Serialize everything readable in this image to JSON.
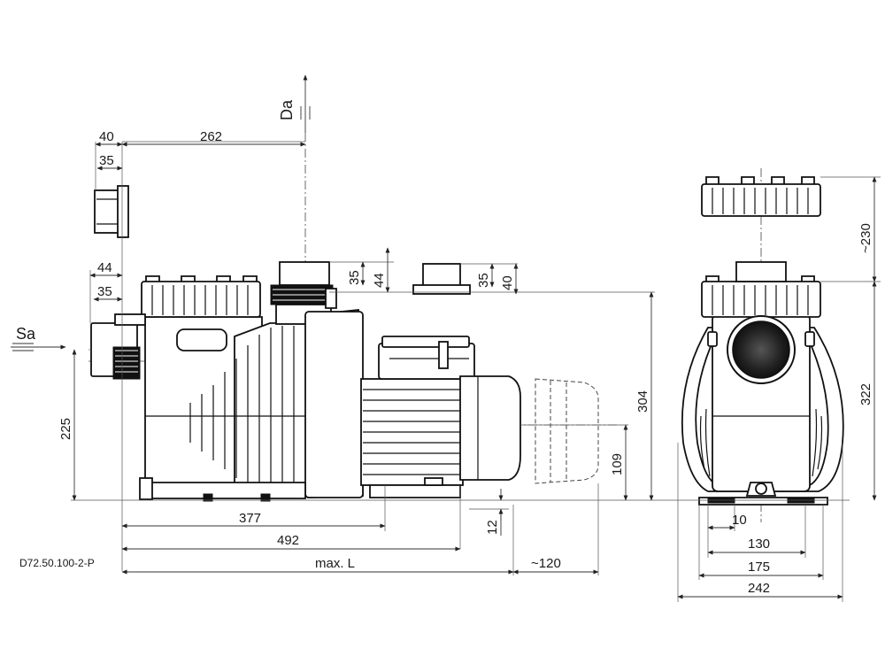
{
  "drawing_code": "D72.50.100-2-P",
  "ports": {
    "discharge": "Da",
    "suction": "Sa"
  },
  "dimensions": {
    "d40_top": "40",
    "d35_top": "35",
    "d262": "262",
    "d44_left": "44",
    "d35_left": "35",
    "d35_mid": "35",
    "d44_mid": "44",
    "d35_piece": "35",
    "d40_piece": "40",
    "d225": "225",
    "d304": "304",
    "d109": "109",
    "d377": "377",
    "d492": "492",
    "d12": "12",
    "max_l": "max. L",
    "d120": "~120",
    "d230": "~230",
    "d322": "322",
    "d10": "10",
    "d130": "130",
    "d175": "175",
    "d242": "242"
  }
}
